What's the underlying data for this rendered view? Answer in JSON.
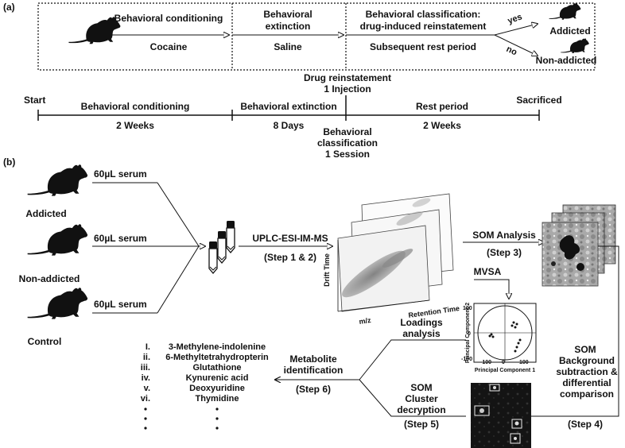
{
  "panel_a": {
    "label": "(a)",
    "box": {
      "step1_title": "Behavioral conditioning",
      "step1_sub": "Cocaine",
      "step2_title_line1": "Behavioral",
      "step2_title_line2": "extinction",
      "step2_sub": "Saline",
      "step3_title_line1": "Behavioral classification:",
      "step3_title_line2": "drug-induced reinstatement",
      "step3_sub": "Subsequent rest period",
      "yes": "yes",
      "no": "no",
      "addicted": "Addicted",
      "non_addicted": "Non-addicted"
    },
    "reinstatement_line1": "Drug reinstatement",
    "reinstatement_line2": "1 Injection",
    "timeline": {
      "start": "Start",
      "sacrificed": "Sacrificed",
      "seg1_title": "Behavioral conditioning",
      "seg1_dur": "2 Weeks",
      "seg2_title": "Behavioral extinction",
      "seg2_dur": "8 Days",
      "seg3_title": "Rest period",
      "seg3_dur": "2 Weeks",
      "classification_line1": "Behavioral",
      "classification_line2": "classification",
      "classification_line3": "1 Session"
    }
  },
  "panel_b": {
    "label": "(b)",
    "groups": [
      "Addicted",
      "Non-addicted",
      "Control"
    ],
    "serum_label": "60µL serum",
    "uplc_label": "UPLC-ESI-IM-MS",
    "step12": "(Step 1 & 2)",
    "axis_drift": "Drift Time",
    "axis_mz": "m/z",
    "axis_rt": "Retention Time",
    "som_analysis": "SOM Analysis",
    "step3": "(Step 3)",
    "mvsa": "MVSA",
    "pca_xlabel": "Principal Component 1",
    "pca_ylabel": "Principal Component 2",
    "pca_ticks_x": [
      "-100",
      "0",
      "100"
    ],
    "pca_ticks_y": [
      "100",
      "0",
      "-100"
    ],
    "loadings_line1": "Loadings",
    "loadings_line2": "analysis",
    "som_bg_line1": "SOM",
    "som_bg_line2": "Background",
    "som_bg_line3": "subtraction &",
    "som_bg_line4": "differential",
    "som_bg_line5": "comparison",
    "step4": "(Step 4)",
    "som_cluster_line1": "SOM",
    "som_cluster_line2": "Cluster",
    "som_cluster_line3": "decryption",
    "step5": "(Step 5)",
    "metabolite_line1": "Metabolite",
    "metabolite_line2": "identification",
    "step6": "(Step 6)",
    "metabolites": [
      {
        "num": "I.",
        "name": "3-Methylene-indolenine"
      },
      {
        "num": "ii.",
        "name": "6-Methyltetrahydropterin"
      },
      {
        "num": "iii.",
        "name": "Glutathione"
      },
      {
        "num": "iv.",
        "name": "Kynurenic acid"
      },
      {
        "num": "v.",
        "name": "Deoxyuridine"
      },
      {
        "num": "vi.",
        "name": "Thymidine"
      }
    ]
  }
}
